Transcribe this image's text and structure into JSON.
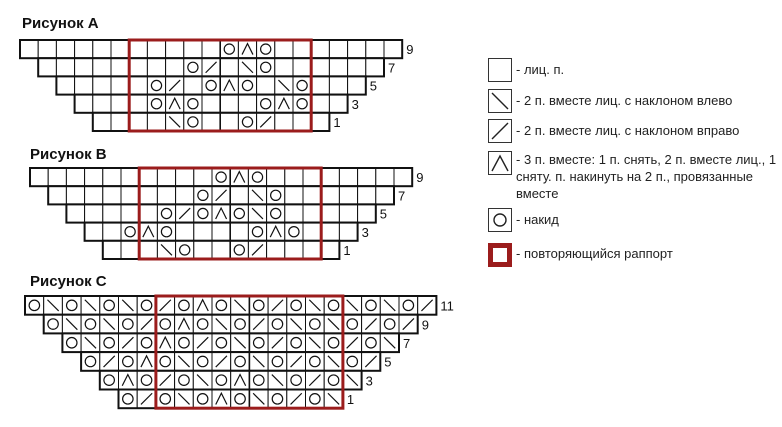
{
  "charts": [
    {
      "title": "Рисунок А",
      "row_labels": [
        "9",
        "7",
        "5",
        "3",
        "1"
      ],
      "rows": [
        [
          " ",
          " ",
          " ",
          " ",
          " ",
          " ",
          " ",
          " ",
          " ",
          " ",
          " ",
          "O",
          "^",
          "O",
          " ",
          " ",
          " ",
          " ",
          " ",
          " ",
          " ",
          " ",
          " ",
          " ",
          " ",
          " "
        ],
        [
          " ",
          " ",
          " ",
          " ",
          " ",
          " ",
          " ",
          " ",
          " ",
          "O",
          "/",
          " ",
          "\\",
          "O",
          " ",
          " ",
          " ",
          " ",
          " ",
          " ",
          " ",
          " ",
          " ",
          " ",
          " ",
          " "
        ],
        [
          " ",
          " ",
          " ",
          " ",
          " ",
          " ",
          " ",
          "O",
          "/",
          " ",
          "O",
          "^",
          "O",
          " ",
          "\\",
          "O",
          " ",
          " ",
          " ",
          " ",
          " ",
          " ",
          " ",
          " ",
          " ",
          " "
        ],
        [
          " ",
          " ",
          " ",
          " ",
          " ",
          " ",
          " ",
          "O",
          "^",
          "O",
          " ",
          " ",
          " ",
          "O",
          "^",
          "O",
          " ",
          " ",
          " ",
          " ",
          " ",
          " ",
          " ",
          " ",
          " ",
          " "
        ],
        [
          " ",
          " ",
          " ",
          " ",
          " ",
          " ",
          " ",
          " ",
          "\\",
          "O",
          " ",
          " ",
          "O",
          "/",
          " ",
          " ",
          " ",
          " ",
          " ",
          " ",
          " ",
          " ",
          " ",
          " ",
          " ",
          " "
        ]
      ]
    },
    {
      "title": "Рисунок В",
      "row_labels": [
        "9",
        "7",
        "5",
        "3",
        "1"
      ],
      "rows": [
        [
          " ",
          " ",
          " ",
          " ",
          " ",
          " ",
          " ",
          " ",
          " ",
          " ",
          "O",
          "^",
          "O",
          " ",
          " ",
          " ",
          " ",
          " ",
          " ",
          " ",
          " ",
          " ",
          " ",
          " "
        ],
        [
          " ",
          " ",
          " ",
          " ",
          " ",
          " ",
          " ",
          " ",
          " ",
          "O",
          "/",
          " ",
          "\\",
          "O",
          " ",
          " ",
          " ",
          " ",
          " ",
          " ",
          " ",
          " ",
          " ",
          " "
        ],
        [
          " ",
          " ",
          " ",
          " ",
          " ",
          " ",
          " ",
          "O",
          "/",
          "O",
          "^",
          "O",
          "\\",
          "O",
          " ",
          " ",
          " ",
          " ",
          " ",
          " ",
          " ",
          " ",
          " ",
          " "
        ],
        [
          " ",
          " ",
          " ",
          " ",
          " ",
          "O",
          "^",
          "O",
          " ",
          " ",
          " ",
          " ",
          "O",
          "^",
          "O",
          " ",
          " ",
          " ",
          " ",
          " ",
          " ",
          " ",
          " ",
          " "
        ],
        [
          " ",
          " ",
          " ",
          " ",
          " ",
          " ",
          " ",
          "\\",
          "O",
          " ",
          " ",
          "O",
          "/",
          " ",
          " ",
          " ",
          " ",
          " ",
          " ",
          " ",
          " ",
          " ",
          " ",
          " "
        ]
      ]
    },
    {
      "title": "Рисунок С",
      "row_labels": [
        "11",
        "9",
        "7",
        "5",
        "3",
        "1"
      ],
      "rows": [
        [
          "O",
          "\\",
          "O",
          "\\",
          "O",
          "\\",
          "O",
          "/",
          "O",
          "^",
          "O",
          "\\",
          "O",
          "/",
          "O",
          "\\",
          "O",
          "\\",
          "O",
          "\\",
          "O",
          "/",
          "O",
          "/",
          "O",
          "/",
          "O",
          "/",
          "O",
          "/"
        ],
        [
          " ",
          "O",
          "\\",
          "O",
          "\\",
          "O",
          "/",
          "O",
          "^",
          "O",
          "\\",
          "O",
          "/",
          "O",
          "\\",
          "O",
          "\\",
          "O",
          "/",
          "O",
          "/",
          "O",
          "/",
          "O",
          "/",
          "O",
          " "
        ],
        [
          " ",
          " ",
          "O",
          "\\",
          "O",
          "/",
          "O",
          "^",
          "O",
          "/",
          "O",
          "\\",
          "O",
          "/",
          "O",
          "\\",
          "O",
          "/",
          "O",
          "\\",
          "O",
          "/",
          "O",
          "/",
          " ",
          " "
        ],
        [
          " ",
          " ",
          " ",
          "O",
          "/",
          "O",
          "^",
          "O",
          "\\",
          "O",
          "/",
          "O",
          "\\",
          "O",
          "/",
          "O",
          "\\",
          "O",
          "/",
          "O",
          "/",
          "O",
          " ",
          " "
        ],
        [
          " ",
          " ",
          " ",
          " ",
          "O",
          "^",
          "O",
          "/",
          "O",
          "\\",
          "O",
          "^",
          "O",
          "\\",
          "O",
          "/",
          "O",
          "\\",
          "O",
          "/",
          " ",
          " "
        ],
        [
          " ",
          " ",
          " ",
          " ",
          " ",
          "O",
          "/",
          "O",
          "\\",
          "O",
          "^",
          "O",
          "\\",
          "O",
          "/",
          "O",
          "\\",
          "O",
          " ",
          " "
        ]
      ]
    }
  ],
  "legend": [
    {
      "icon": "empty-square-icon",
      "text": "- лиц. п."
    },
    {
      "icon": "backslash-icon",
      "text": "- 2 п. вместе лиц. с наклоном влево"
    },
    {
      "icon": "slash-icon",
      "text": "- 2 п. вместе лиц. с наклоном вправо"
    },
    {
      "icon": "caret-icon",
      "text": "- 3 п. вместе: 1 п. снять, 2 п. вместе лиц., 1 сняту. п. накинуть на 2 п., провязанные вместе"
    },
    {
      "icon": "circle-icon",
      "text": "- накид"
    },
    {
      "icon": "red-square-icon",
      "text": "- повторяющийся раппорт"
    }
  ],
  "colors": {
    "grid": "#111111",
    "repeat": "#9b1c1c"
  }
}
